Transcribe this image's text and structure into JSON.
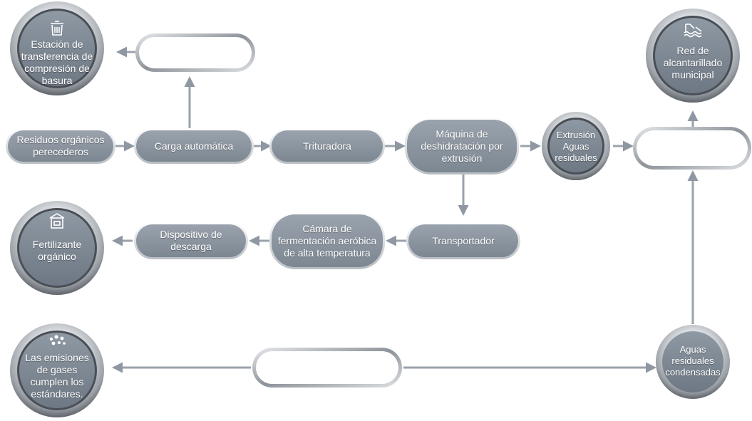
{
  "nodes": {
    "residuos": "Residuos orgánicos perecederos",
    "carga": "Carga automática",
    "trituradora": "Trituradora",
    "maquina": "Máquina de deshidratación por extrusión",
    "extrusion_aguas": "Extrusión Aguas residuales",
    "transportador": "Transportador",
    "camara": "Cámara de fermentación aeróbica de alta temperatura",
    "dispositivo": "Dispositivo de descarga",
    "estacion": "Estación de transferencia de compresión de basura",
    "red": "Red de alcantarillado municipal",
    "fertilizante": "Fertilizante orgánico",
    "emisiones": "Las emisiones de gases cumplen los estándares.",
    "aguas_condensadas": "Aguas residuales condensadas"
  },
  "icons": {
    "estacion": "trash-icon",
    "red": "water-icon",
    "fertilizante": "house-icon",
    "emisiones": "gas-dots-icon"
  },
  "colors": {
    "pill_fill": "#8b95a0",
    "ring_light": "#f2f3f5",
    "ring_dark": "#6e7379",
    "disc": "#7d8893",
    "arrow": "#8f98a2"
  }
}
